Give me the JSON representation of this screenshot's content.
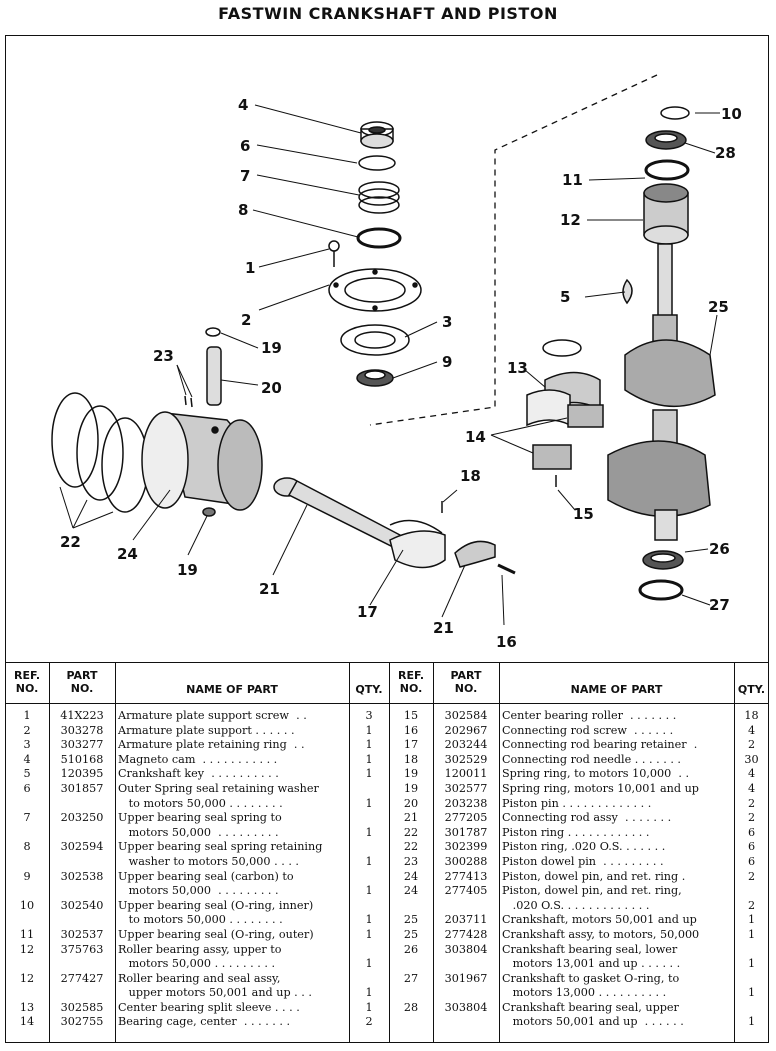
{
  "title": "FASTWIN CRANKSHAFT AND PISTON",
  "callouts": [
    "4",
    "6",
    "7",
    "8",
    "1",
    "2",
    "3",
    "9",
    "19",
    "20",
    "23",
    "22",
    "24",
    "19",
    "21",
    "17",
    "18",
    "21",
    "16",
    "10",
    "28",
    "11",
    "12",
    "5",
    "25",
    "13",
    "14",
    "15",
    "26",
    "27"
  ],
  "table_headers": {
    "ref": "REF.",
    "no": "NO.",
    "part": "PART",
    "part_no": "NO.",
    "name": "NAME OF PART",
    "qty": "QTY."
  },
  "left_rows": [
    {
      "ref": "1",
      "part": "41X223",
      "name": "Armature plate support screw  . .",
      "qty": "3"
    },
    {
      "ref": "2",
      "part": "303278",
      "name": "Armature plate support . . . . . .",
      "qty": "1"
    },
    {
      "ref": "3",
      "part": "303277",
      "name": "Armature plate retaining ring  . .",
      "qty": "1"
    },
    {
      "ref": "4",
      "part": "510168",
      "name": "Magneto cam  . . . . . . . . . . .",
      "qty": "1"
    },
    {
      "ref": "5",
      "part": "120395",
      "name": "Crankshaft key  . . . . . . . . . .",
      "qty": "1"
    },
    {
      "ref": "6",
      "part": "301857",
      "name": "Outer Spring seal retaining washer",
      "qty": ""
    },
    {
      "ref": "",
      "part": "",
      "name": "   to motors 50,000 . . . . . . . .",
      "qty": "1"
    },
    {
      "ref": "7",
      "part": "203250",
      "name": "Upper bearing seal spring to",
      "qty": ""
    },
    {
      "ref": "",
      "part": "",
      "name": "   motors 50,000  . . . . . . . . .",
      "qty": "1"
    },
    {
      "ref": "8",
      "part": "302594",
      "name": "Upper bearing seal spring retaining",
      "qty": ""
    },
    {
      "ref": "",
      "part": "",
      "name": "   washer to motors 50,000 . . . .",
      "qty": "1"
    },
    {
      "ref": "9",
      "part": "302538",
      "name": "Upper bearing seal (carbon) to",
      "qty": ""
    },
    {
      "ref": "",
      "part": "",
      "name": "   motors 50,000  . . . . . . . . .",
      "qty": "1"
    },
    {
      "ref": "10",
      "part": "302540",
      "name": "Upper bearing seal (O-ring, inner)",
      "qty": ""
    },
    {
      "ref": "",
      "part": "",
      "name": "   to motors 50,000 . . . . . . . .",
      "qty": "1"
    },
    {
      "ref": "11",
      "part": "302537",
      "name": "Upper bearing seal (O-ring, outer)",
      "qty": "1"
    },
    {
      "ref": "12",
      "part": "375763",
      "name": "Roller bearing assy, upper to",
      "qty": ""
    },
    {
      "ref": "",
      "part": "",
      "name": "   motors 50,000 . . . . . . . . .",
      "qty": "1"
    },
    {
      "ref": "12",
      "part": "277427",
      "name": "Roller bearing and seal assy,",
      "qty": ""
    },
    {
      "ref": "",
      "part": "",
      "name": "   upper motors 50,001 and up . . .",
      "qty": "1"
    },
    {
      "ref": "13",
      "part": "302585",
      "name": "Center bearing split sleeve . . . .",
      "qty": "1"
    },
    {
      "ref": "14",
      "part": "302755",
      "name": "Bearing cage, center  . . . . . . .",
      "qty": "2"
    }
  ],
  "right_rows": [
    {
      "ref": "15",
      "part": "302584",
      "name": "Center bearing roller  . . . . . . .",
      "qty": "18"
    },
    {
      "ref": "16",
      "part": "202967",
      "name": "Connecting rod screw  . . . . . .",
      "qty": "4"
    },
    {
      "ref": "17",
      "part": "203244",
      "name": "Connecting rod bearing retainer  .",
      "qty": "2"
    },
    {
      "ref": "18",
      "part": "302529",
      "name": "Connecting rod needle . . . . . . .",
      "qty": "30"
    },
    {
      "ref": "19",
      "part": "120011",
      "name": "Spring ring, to motors 10,000  . .",
      "qty": "4"
    },
    {
      "ref": "19",
      "part": "302577",
      "name": "Spring ring, motors 10,001 and up",
      "qty": "4"
    },
    {
      "ref": "20",
      "part": "203238",
      "name": "Piston pin . . . . . . . . . . . . .",
      "qty": "2"
    },
    {
      "ref": "21",
      "part": "277205",
      "name": "Connecting rod assy  . . . . . . .",
      "qty": "2"
    },
    {
      "ref": "22",
      "part": "301787",
      "name": "Piston ring . . . . . . . . . . . .",
      "qty": "6"
    },
    {
      "ref": "22",
      "part": "302399",
      "name": "Piston ring, .020 O.S. . . . . . .",
      "qty": "6"
    },
    {
      "ref": "23",
      "part": "300288",
      "name": "Piston dowel pin  . . . . . . . . .",
      "qty": "6"
    },
    {
      "ref": "24",
      "part": "277413",
      "name": "Piston, dowel pin, and ret. ring .",
      "qty": "2"
    },
    {
      "ref": "24",
      "part": "277405",
      "name": "Piston, dowel pin, and ret. ring,",
      "qty": ""
    },
    {
      "ref": "",
      "part": "",
      "name": "   .020 O.S. . . . . . . . . . . . .",
      "qty": "2"
    },
    {
      "ref": "25",
      "part": "203711",
      "name": "Crankshaft, motors 50,001 and up",
      "qty": "1"
    },
    {
      "ref": "25",
      "part": "277428",
      "name": "Crankshaft assy, to motors, 50,000",
      "qty": "1"
    },
    {
      "ref": "26",
      "part": "303804",
      "name": "Crankshaft bearing seal, lower",
      "qty": ""
    },
    {
      "ref": "",
      "part": "",
      "name": "   motors 13,001 and up . . . . . .",
      "qty": "1"
    },
    {
      "ref": "27",
      "part": "301967",
      "name": "Crankshaft to gasket O-ring, to",
      "qty": ""
    },
    {
      "ref": "",
      "part": "",
      "name": "   motors 13,000 . . . . . . . . . .",
      "qty": "1"
    },
    {
      "ref": "28",
      "part": "303804",
      "name": "Crankshaft bearing seal, upper",
      "qty": ""
    },
    {
      "ref": "",
      "part": "",
      "name": "   motors 50,001 and up  . . . . . .",
      "qty": "1"
    }
  ]
}
